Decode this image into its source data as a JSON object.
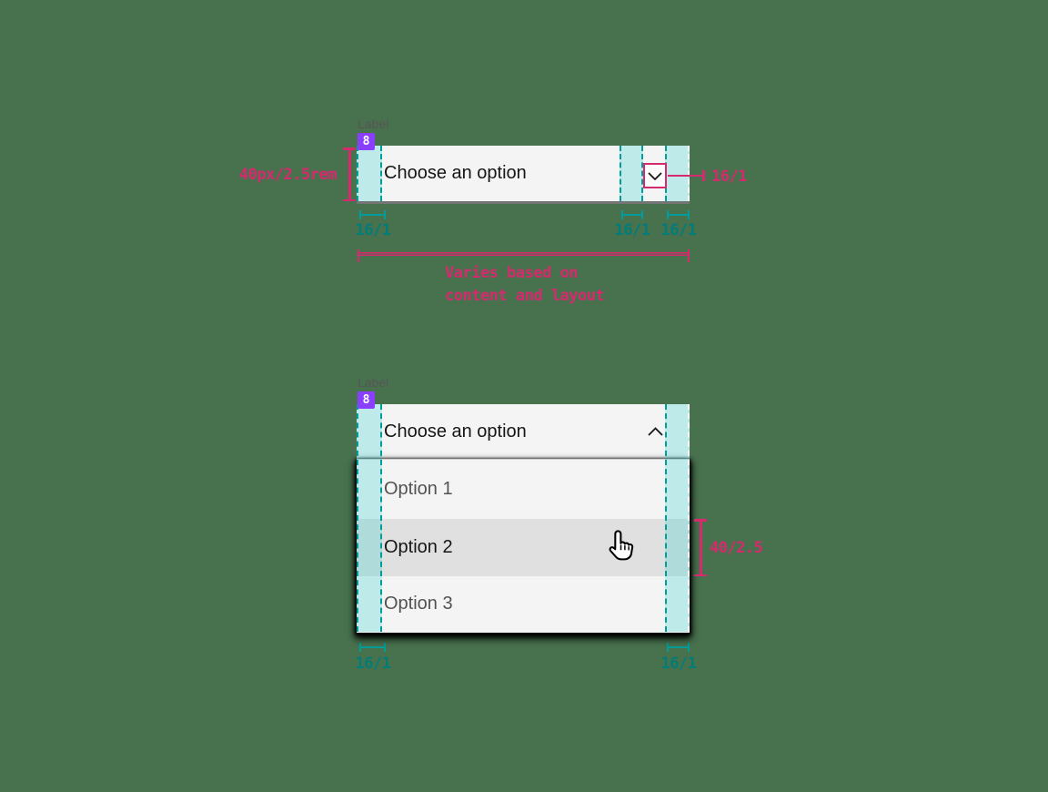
{
  "colors": {
    "canvas": "#48714e",
    "pink": "#d62a6e",
    "teal_line": "#009d9a",
    "teal_text": "#007d79",
    "teal_fill": "rgba(0,205,200,0.22)",
    "purple": "#8a3ffc",
    "field_bg": "#f4f4f4",
    "field_border": "#757575",
    "text_primary": "#161616",
    "text_secondary": "#525252",
    "hover_bg": "#e0e0e0",
    "label_gray": "#565656"
  },
  "icons": {
    "chevron_down": "chevron-down-icon",
    "chevron_up": "chevron-up-icon",
    "cursor": "hand-pointer-cursor"
  },
  "closed_dropdown": {
    "label": "Label",
    "badge": "8",
    "value": "Choose an option",
    "height_annotation": "40px/2.5rem",
    "chevron_spacing_annotation": "16/1",
    "spacing_annotations": [
      "16/1",
      "16/1",
      "16/1"
    ],
    "width_annotation_line1": "Varies based on",
    "width_annotation_line2": "content and layout"
  },
  "open_dropdown": {
    "label": "Label",
    "badge": "8",
    "value": "Choose an option",
    "options": [
      "Option 1",
      "Option 2",
      "Option 3"
    ],
    "highlighted_option": "Option 2",
    "row_height_annotation": "40/2.5",
    "spacing_annotations": [
      "16/1",
      "16/1"
    ]
  }
}
